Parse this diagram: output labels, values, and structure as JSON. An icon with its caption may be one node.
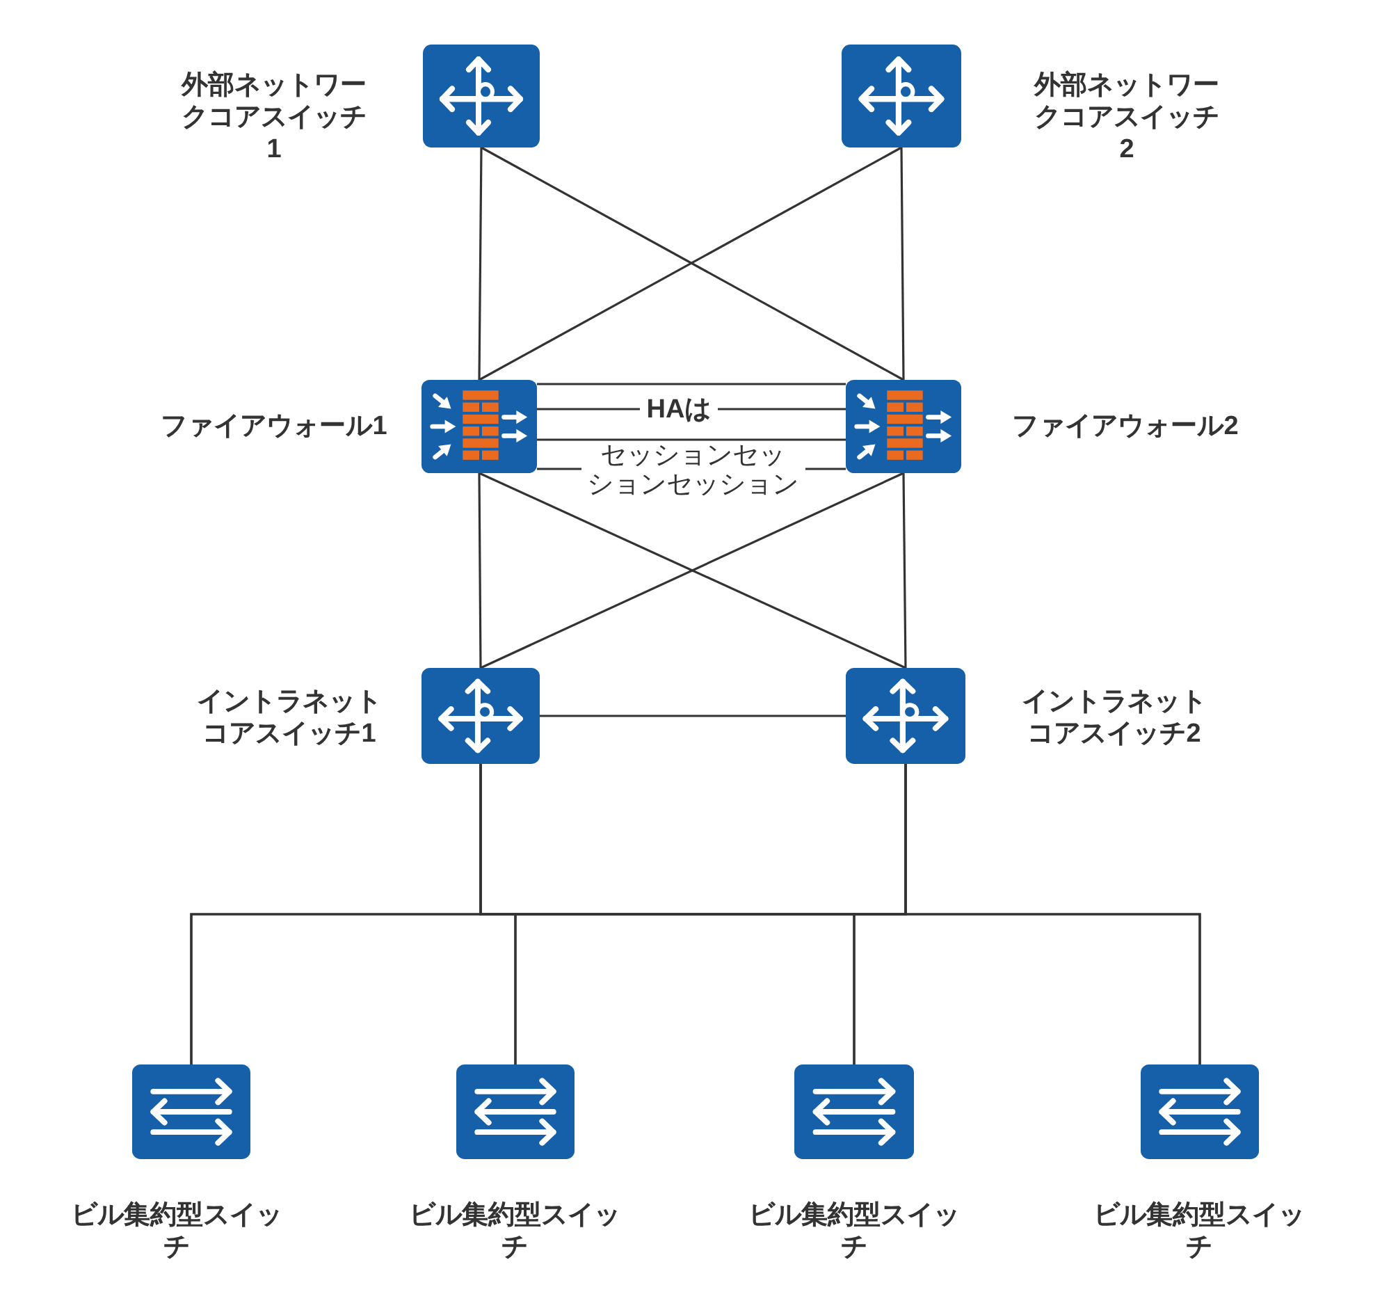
{
  "diagram": {
    "nodes": [
      {
        "text": [
          "外部ネットワークコアスイッチ1"
        ]
      },
      {
        "text": [
          "外部ネットワークコアスイッチ2"
        ]
      },
      {
        "text": [
          "ファイアウォール1"
        ]
      },
      {
        "text": [
          "ファイアウォール2"
        ]
      },
      {
        "text": [
          "イントラネットコアスイッチ1"
        ]
      },
      {
        "text": [
          "イントラネットコアスイッチ2"
        ]
      },
      {
        "text": [
          "ビル集約型スイッチ"
        ]
      },
      {
        "text": [
          "ビル集約型スイッチ"
        ]
      },
      {
        "text": [
          "ビル集約型スイッチ"
        ]
      },
      {
        "text": [
          "ビル集約型スイッチ"
        ]
      }
    ],
    "edges": [
      {
        "from": 0,
        "to": 2,
        "arrow": "none"
      },
      {
        "from": 0,
        "to": 3,
        "arrow": "none"
      },
      {
        "from": 1,
        "to": 2,
        "arrow": "none"
      },
      {
        "from": 1,
        "to": 3,
        "arrow": "none"
      },
      {
        "from": 2,
        "to": 3,
        "arrow": "none"
      },
      {
        "from": 2,
        "to": 3,
        "arrow": "none",
        "label": "HAは"
      },
      {
        "from": 2,
        "to": 3,
        "arrow": "none"
      },
      {
        "from": 2,
        "to": 3,
        "arrow": "none",
        "label": "セッションセッションセッション"
      },
      {
        "from": 2,
        "to": 4,
        "arrow": "none"
      },
      {
        "from": 2,
        "to": 5,
        "arrow": "none"
      },
      {
        "from": 3,
        "to": 4,
        "arrow": "none"
      },
      {
        "from": 3,
        "to": 5,
        "arrow": "none"
      },
      {
        "from": 4,
        "to": 5,
        "arrow": "none"
      },
      {
        "from": 4,
        "to": 6,
        "arrow": "none"
      },
      {
        "from": 4,
        "to": 7,
        "arrow": "none"
      },
      {
        "from": 4,
        "to": 8,
        "arrow": "none"
      },
      {
        "from": 4,
        "to": 9,
        "arrow": "none"
      },
      {
        "from": 5,
        "to": 6,
        "arrow": "none"
      },
      {
        "from": 5,
        "to": 7,
        "arrow": "none"
      },
      {
        "from": 5,
        "to": 8,
        "arrow": "none"
      },
      {
        "from": 5,
        "to": 9,
        "arrow": "none"
      }
    ]
  }
}
